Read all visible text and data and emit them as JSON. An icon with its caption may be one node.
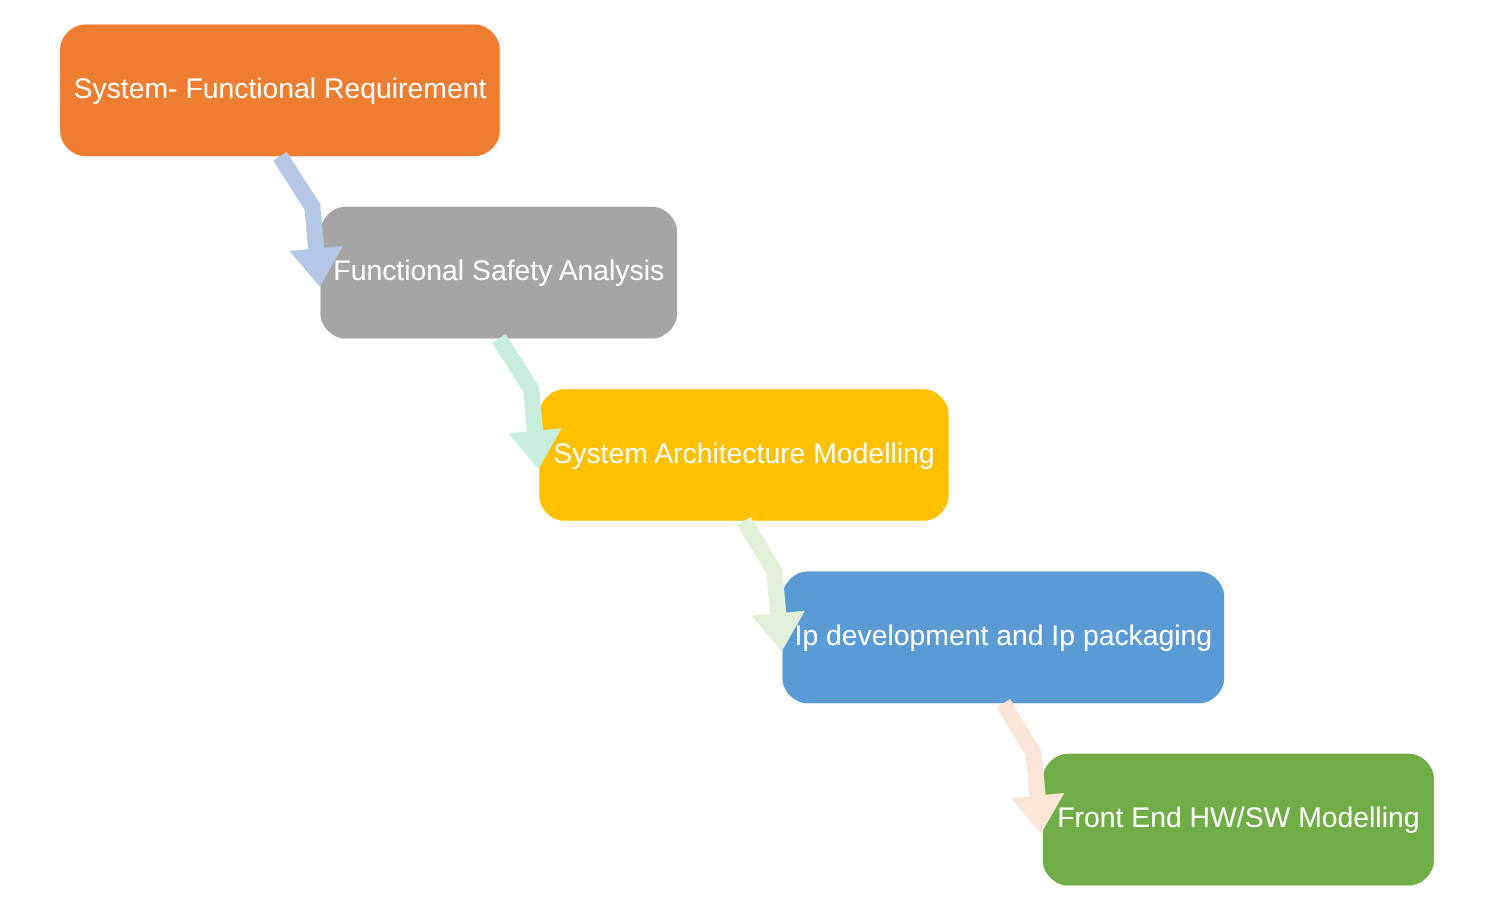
{
  "diagram": {
    "nodes": [
      {
        "text": [
          "System- Functional Requirement"
        ]
      },
      {
        "text": [
          "Functional Safety Analysis"
        ]
      },
      {
        "text": [
          "System Architecture Modelling"
        ]
      },
      {
        "text": [
          "Ip development and Ip packaging"
        ]
      },
      {
        "text": [
          "Front End HW/SW Modelling"
        ]
      }
    ],
    "edges": [
      {
        "from": 0,
        "to": 1,
        "arrow": "to",
        "color": "#b4c7e7"
      },
      {
        "from": 1,
        "to": 2,
        "arrow": "to",
        "color": "#c6eedb"
      },
      {
        "from": 2,
        "to": 3,
        "arrow": "to",
        "color": "#e2f0d9"
      },
      {
        "from": 3,
        "to": 4,
        "arrow": "to",
        "color": "#fbe5d6"
      }
    ]
  }
}
